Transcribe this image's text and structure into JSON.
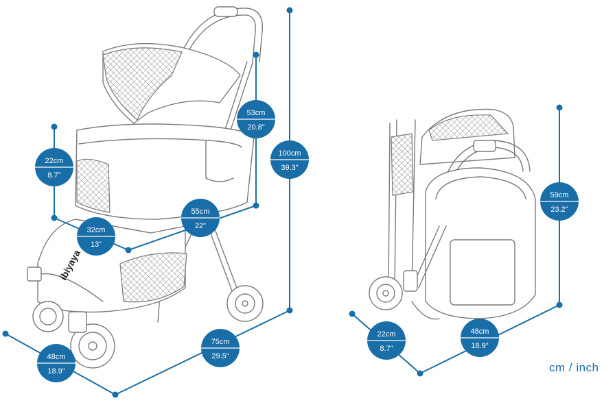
{
  "brand": {
    "logo_text": "ibiyaya"
  },
  "legend": {
    "units": "cm / inch"
  },
  "colors": {
    "dimension": "#1a6ea8",
    "outline": "#7a7a7a"
  },
  "dimensions": {
    "height_unfolded": {
      "cm": "100cm",
      "inch": "39.3\""
    },
    "canopy_height": {
      "cm": "53cm",
      "inch": "20.8\""
    },
    "cabin_height": {
      "cm": "22cm",
      "inch": "8.7\""
    },
    "cabin_width": {
      "cm": "32cm",
      "inch": "13\""
    },
    "cabin_length": {
      "cm": "55cm",
      "inch": "22\""
    },
    "base_width": {
      "cm": "48cm",
      "inch": "18.9\""
    },
    "base_length": {
      "cm": "75cm",
      "inch": "29.5\""
    },
    "folded_height": {
      "cm": "59cm",
      "inch": "23.2\""
    },
    "folded_depth": {
      "cm": "22cm",
      "inch": "8.7\""
    },
    "folded_width": {
      "cm": "48cm",
      "inch": "18.9\""
    }
  }
}
